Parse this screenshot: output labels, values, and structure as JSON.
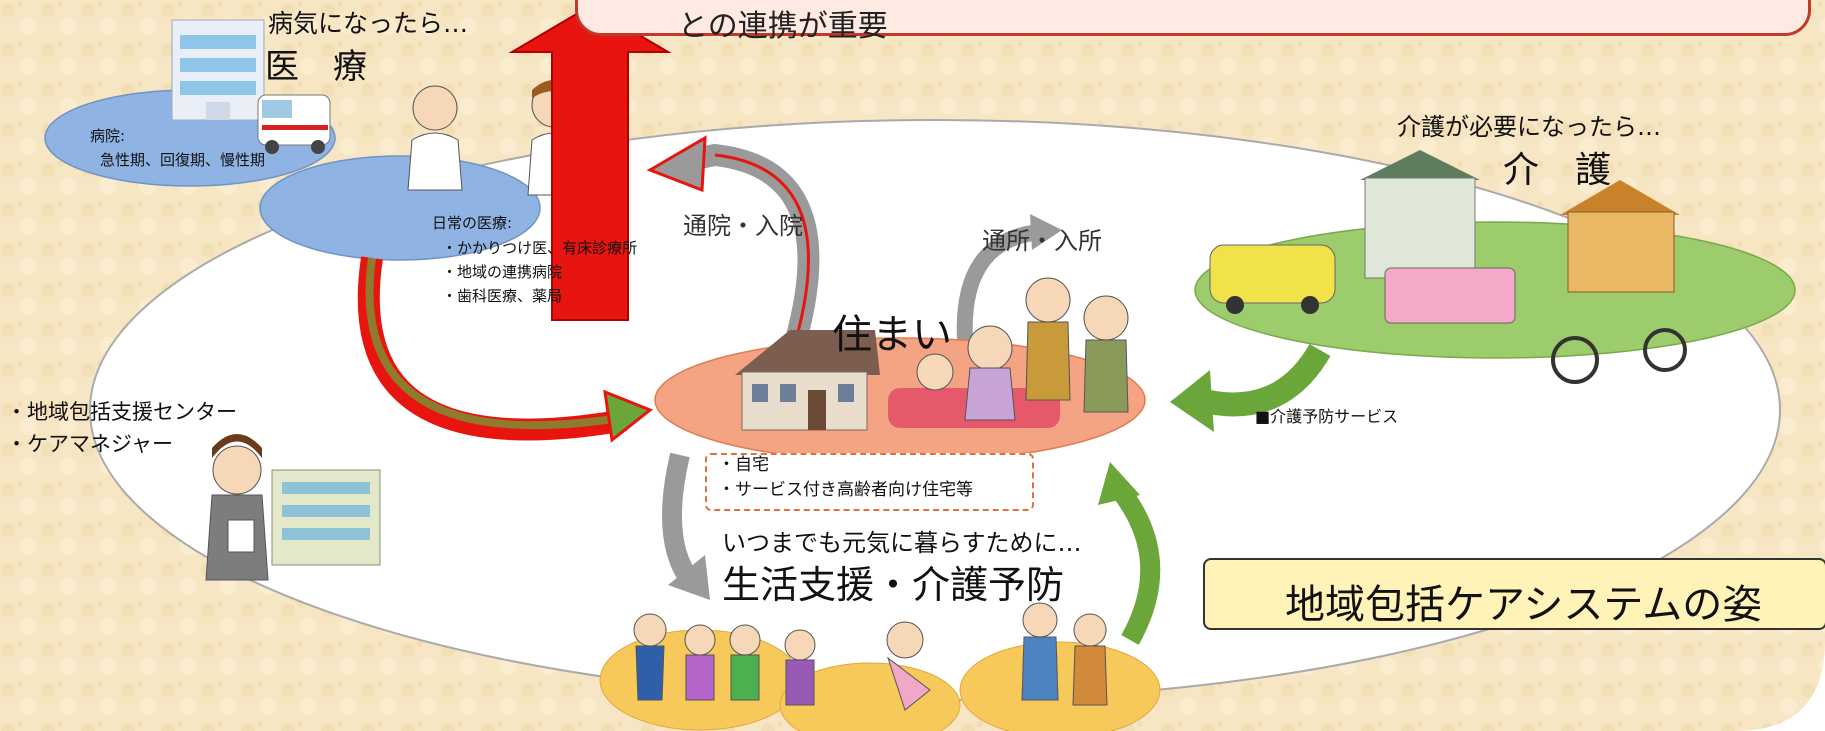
{
  "banner": {
    "text": "との連携が重要"
  },
  "medical": {
    "subtitle": "病気になったら…",
    "title": "医　療",
    "hospital_label": "病院:",
    "hospital_types": "急性期、回復期、慢性期",
    "daily_title": "日常の医療:",
    "daily_items": [
      "・かかりつけ医、有床診療所",
      "・地域の連携病院",
      "・歯科医療、薬局"
    ]
  },
  "care": {
    "subtitle": "介護が必要になったら…",
    "title": "介　護",
    "prevention_service": "■介護予防サービス"
  },
  "home": {
    "title": "住まい",
    "items": [
      "・自宅",
      "・サービス付き高齢者向け住宅等"
    ]
  },
  "arrows": {
    "hospital_visit": "通院・入院",
    "facility_visit": "通所・入所"
  },
  "support": {
    "items": [
      "・地域包括支援センター",
      "・ケアマネジャー"
    ]
  },
  "life": {
    "subtitle": "いつまでも元気に暮らすために…",
    "title": "生活支援・介護予防"
  },
  "system_title": "地域包括ケアシステムの姿",
  "colors": {
    "background": "#f7e6c4",
    "hospital_ellipse": "#8fb3e3",
    "home_ellipse": "#f4a383",
    "care_ellipse": "#9ccc6b",
    "life_ellipse": "#f7c85a",
    "red_arrow": "#e8140f",
    "green_arrow": "#6aa63a",
    "gray_arrow": "#9a9a9a"
  }
}
